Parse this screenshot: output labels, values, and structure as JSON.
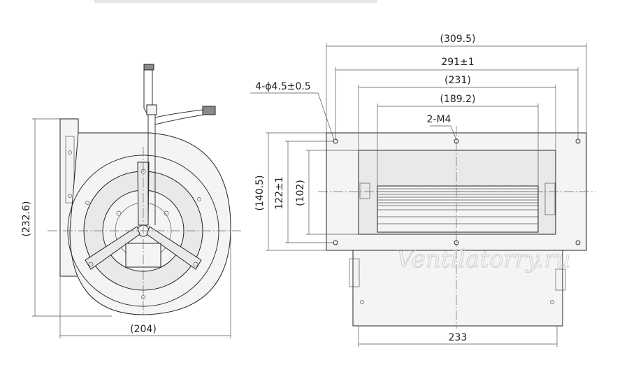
{
  "side_view": {
    "height_label": "(232.6)",
    "width_label": "(204)"
  },
  "front_view": {
    "overall_label": "(309.5)",
    "hole_pitch_label": "291±1",
    "housing_width_label": "(231)",
    "outlet_width_label": "(189.2)",
    "screw_label": "2-M4",
    "hole_label": "4-ϕ4.5±0.5",
    "flange_height_label": "(140.5)",
    "hole_vertical_label": "122±1",
    "outlet_height_label": "(102)",
    "base_width_label": "233"
  },
  "watermark": "Ventilatorry.ru",
  "colors": {
    "line": "#333333",
    "watermark": "#d0d0d0",
    "fill": "#f4f4f4"
  }
}
